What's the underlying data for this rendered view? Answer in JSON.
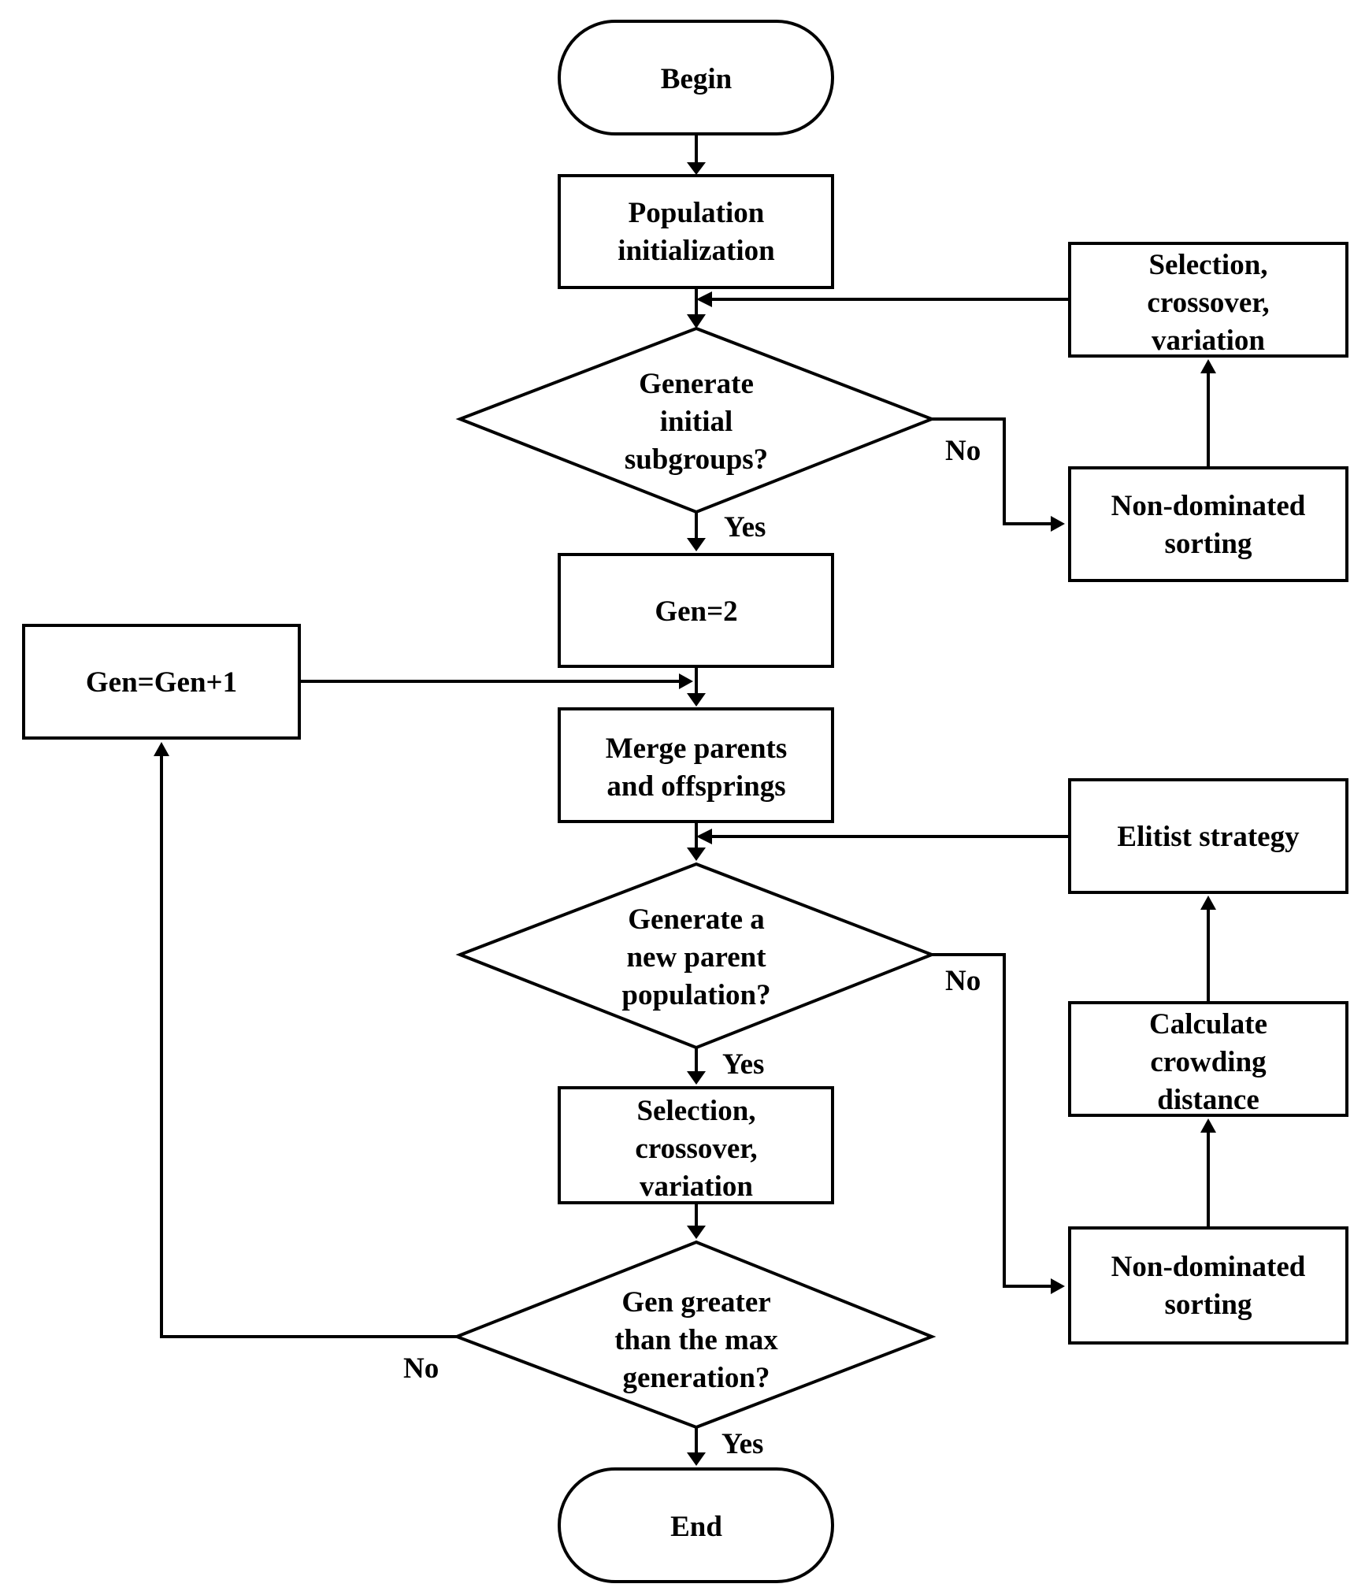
{
  "nodes": {
    "begin": [
      "Begin"
    ],
    "pop_init": [
      "Population",
      "initialization"
    ],
    "gen_initial": [
      "Generate",
      "initial",
      "subgroups?"
    ],
    "sel_top": [
      "Selection,",
      "crossover,",
      "variation"
    ],
    "nds_top": [
      "Non-dominated",
      "sorting"
    ],
    "gen2": [
      "Gen=2"
    ],
    "gen_inc": [
      "Gen=Gen+1"
    ],
    "merge": [
      "Merge parents",
      "and offsprings"
    ],
    "gen_parent": [
      "Generate a",
      "new parent",
      "population?"
    ],
    "elitist": [
      "Elitist strategy"
    ],
    "crowding": [
      "Calculate",
      "crowding",
      "distance"
    ],
    "sel_mid": [
      "Selection,",
      "crossover,",
      "variation"
    ],
    "nds_bottom": [
      "Non-dominated",
      "sorting"
    ],
    "gen_max": [
      "Gen greater",
      "than the max",
      "generation?"
    ],
    "end": [
      "End"
    ]
  },
  "edge_labels": {
    "no_1": "No",
    "yes_1": "Yes",
    "no_2": "No",
    "yes_2": "Yes",
    "no_3": "No",
    "yes_3": "Yes"
  }
}
